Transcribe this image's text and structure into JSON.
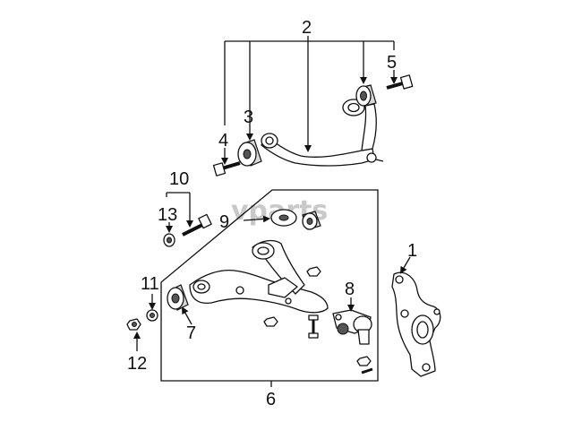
{
  "watermark": "vparts",
  "callouts": {
    "c1": "1",
    "c2": "2",
    "c3": "3",
    "c4": "4",
    "c5": "5",
    "c6": "6",
    "c7": "7",
    "c8": "8",
    "c9": "9",
    "c10": "10",
    "c11": "11",
    "c12": "12",
    "c13": "13"
  },
  "icons": [
    "upper-control-arm",
    "lower-control-arm",
    "steering-knuckle",
    "ball-joint",
    "bushing",
    "bolt",
    "nut",
    "washer"
  ]
}
